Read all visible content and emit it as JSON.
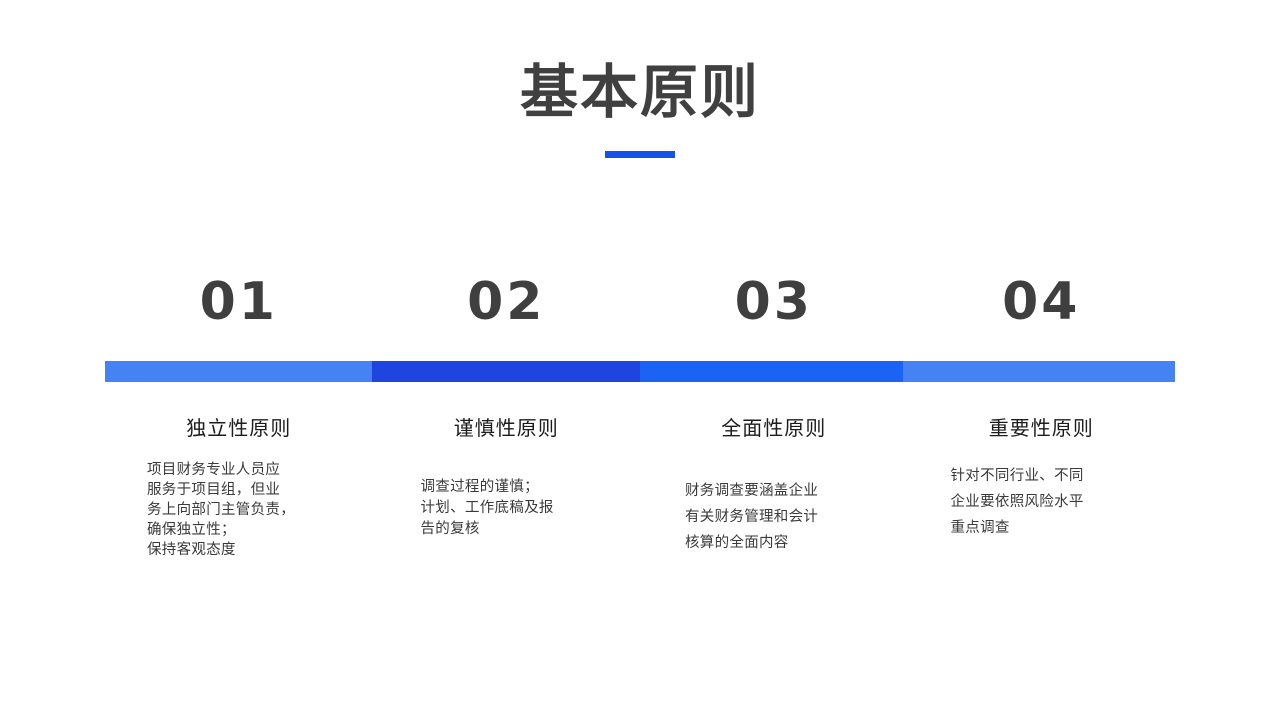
{
  "slide": {
    "title": "基本原则",
    "accent_color": "#1552e8",
    "title_color": "#404040",
    "background": "#ffffff"
  },
  "steps": [
    {
      "number": "01",
      "heading": "独立性原则",
      "body": "项目财务专业人员应\n服务于项目组，但业\n务上向部门主管负责，\n确保独立性；\n保持客观态度",
      "bar_color": "#4583f5"
    },
    {
      "number": "02",
      "heading": "谨慎性原则",
      "body": "调查过程的谨慎；\n计划、工作底稿及报\n告的复核",
      "bar_color": "#1f44e0"
    },
    {
      "number": "03",
      "heading": "全面性原则",
      "body": "财务调查要涵盖企业\n有关财务管理和会计\n核算的全面内容",
      "bar_color": "#1a63f5"
    },
    {
      "number": "04",
      "heading": "重要性原则",
      "body": "针对不同行业、不同\n企业要依照风险水平\n重点调查",
      "bar_color": "#4583f5"
    }
  ]
}
